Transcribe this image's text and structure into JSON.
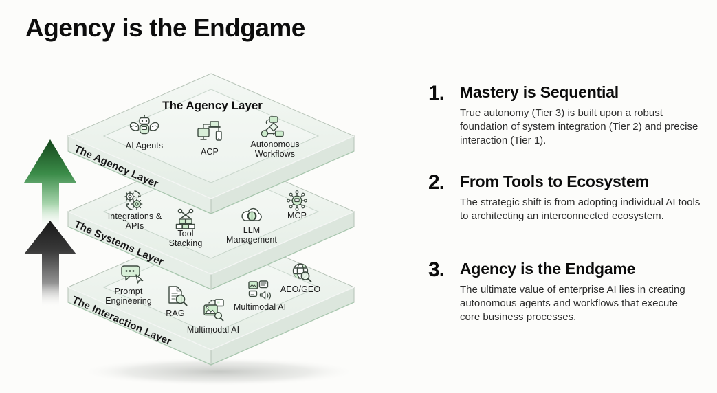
{
  "title": "Agency is the Endgame",
  "diagram": {
    "layers": [
      {
        "name": "The Agency Layer",
        "edge_label": "The Agency Layer",
        "items": [
          {
            "label": "AI Agents",
            "icon": "winged-robot-icon"
          },
          {
            "label": "ACP",
            "icon": "connected-devices-icon"
          },
          {
            "label": "Autonomous Workflows",
            "icon": "workflow-flowchart-icon"
          }
        ]
      },
      {
        "name": "The Systems Layer",
        "edge_label": "The Systems Layer",
        "items": [
          {
            "label": "Integrations & APIs",
            "icon": "gears-sync-icon"
          },
          {
            "label": "Tool Stacking",
            "icon": "wrenches-bricks-icon"
          },
          {
            "label": "LLM Management",
            "icon": "cloud-brain-icon"
          },
          {
            "label": "MCP",
            "icon": "hub-spokes-icon"
          }
        ]
      },
      {
        "name": "The Interaction Layer",
        "edge_label": "The Interaction Layer",
        "items": [
          {
            "label": "Prompt Engineering",
            "icon": "chat-cursor-icon"
          },
          {
            "label": "RAG",
            "icon": "document-search-icon"
          },
          {
            "label": "Multimodal AI",
            "icon": "image-search-icon"
          },
          {
            "label": "Multimodal AI",
            "icon": "media-types-icon"
          },
          {
            "label": "AEO/GEO",
            "icon": "globe-search-icon"
          }
        ]
      }
    ],
    "arrows": [
      {
        "name": "upper-growth-arrow",
        "direction": "up",
        "color_top": "#14461a",
        "color_bottom": "#ffffff"
      },
      {
        "name": "lower-growth-arrow",
        "direction": "up",
        "color_top": "#181818",
        "color_bottom": "#ffffff"
      }
    ]
  },
  "points": [
    {
      "number": "1.",
      "heading": "Mastery is Sequential",
      "body": "True autonomy (Tier 3) is built upon a robust foundation of system integration (Tier 2) and precise interaction (Tier 1)."
    },
    {
      "number": "2.",
      "heading": "From Tools to Ecosystem",
      "body": "The strategic shift is from adopting individual AI tools to architecting an interconnected ecosystem."
    },
    {
      "number": "3.",
      "heading": "Agency is the Endgame",
      "body": "The ultimate value of enterprise AI lies in creating autonomous agents and workflows that execute core business processes."
    }
  ],
  "colors": {
    "accent_green": "#cdeccd",
    "icon_stroke": "#3d4a40",
    "plate_face": "#eef3ee",
    "text": "#111111"
  }
}
